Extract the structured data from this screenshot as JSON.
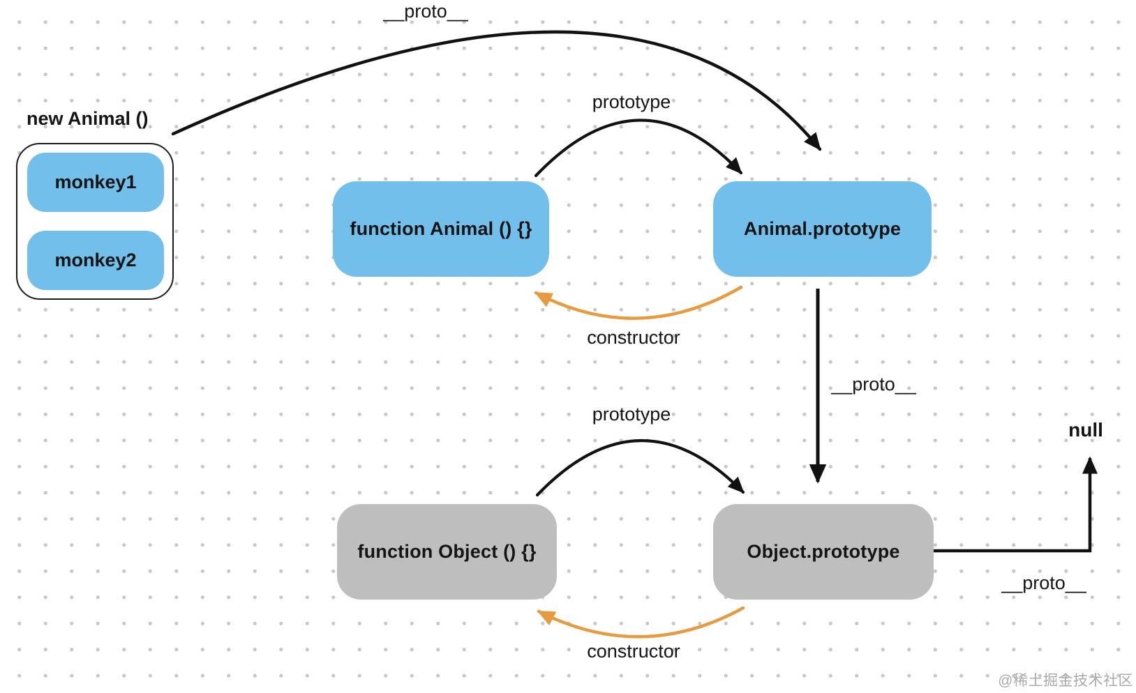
{
  "colors": {
    "node_blue": "#73bfeb",
    "node_gray": "#bebebe",
    "arrow_black": "#111111",
    "arrow_orange": "#e79b40",
    "background": "#ffffff",
    "grid_dot": "#c7c7c7"
  },
  "instance_group": {
    "title": "new Animal ()",
    "items": [
      {
        "label": "monkey1"
      },
      {
        "label": "monkey2"
      }
    ]
  },
  "nodes": {
    "function_animal": {
      "label": "function Animal () {}"
    },
    "animal_prototype": {
      "label": "Animal.prototype"
    },
    "function_object": {
      "label": "function Object () {}"
    },
    "object_prototype": {
      "label": "Object.prototype"
    },
    "null_terminal": {
      "label": "null"
    }
  },
  "edge_labels": {
    "instance_proto": "__proto__",
    "animal_prototype_edge": "prototype",
    "animal_constructor": "constructor",
    "animal_proto_chain": "__proto__",
    "object_prototype_edge": "prototype",
    "object_constructor": "constructor",
    "object_proto_chain": "__proto__"
  },
  "watermark": "@稀土掘金技术社区"
}
